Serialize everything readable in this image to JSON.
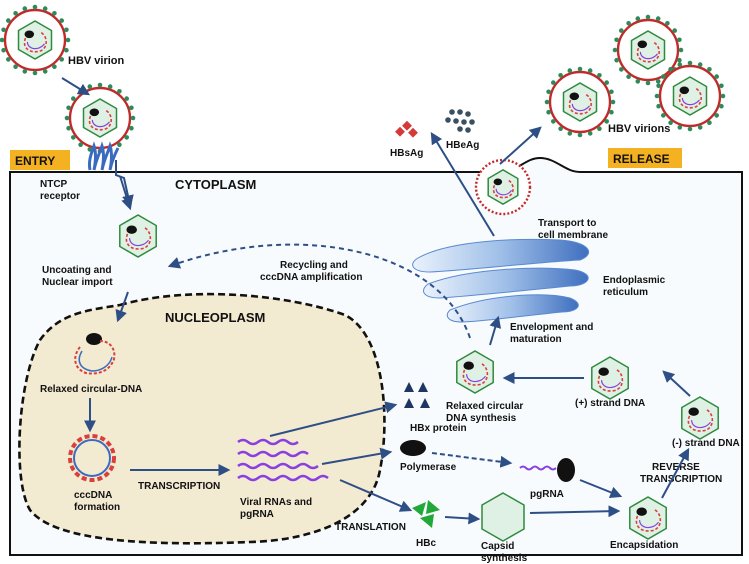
{
  "tags": {
    "entry": "ENTRY",
    "release": "RELEASE"
  },
  "regions": {
    "cytoplasm": "CYTOPLASM",
    "nucleoplasm": "NUCLEOPLASM"
  },
  "labels": {
    "hbv_virion": "HBV virion",
    "hbv_virions": "HBV virions",
    "ntcp_receptor_1": "NTCP",
    "ntcp_receptor_2": "receptor",
    "hbsag": "HBsAg",
    "hbeag": "HBeAg",
    "uncoating_1": "Uncoating and",
    "uncoating_2": "Nuclear import",
    "recycling_1": "Recycling and",
    "recycling_2": "cccDNA amplification",
    "transport_1": "Transport to",
    "transport_2": "cell membrane",
    "er_1": "Endoplasmic",
    "er_2": "reticulum",
    "envelopment_1": "Envelopment and",
    "envelopment_2": "maturation",
    "relaxed_circular_dna": "Relaxed circular-DNA",
    "rc_synthesis_1": "Relaxed circular",
    "rc_synthesis_2": "DNA synthesis",
    "plus_strand": "(+) strand DNA",
    "minus_strand": "(-) strand DNA",
    "hbx_protein": "HBx protein",
    "cccdna_1": "cccDNA",
    "cccdna_2": "formation",
    "transcription": "TRANSCRIPTION",
    "viral_rnas_1": "Viral RNAs and",
    "viral_rnas_2": "pgRNA",
    "polymerase": "Polymerase",
    "pgrna": "pgRNA",
    "reverse_1": "REVERSE",
    "reverse_2": "TRANSCRIPTION",
    "translation": "TRANSLATION",
    "hbc": "HBc",
    "capsid_1": "Capsid",
    "capsid_2": "synthesis",
    "encapsidation": "Encapsidation"
  },
  "colors": {
    "tag_bg": "#f4b223",
    "nucleus_fill": "#f3ead2",
    "arrow": "#2e4f86",
    "hex_fill": "#dff0e4",
    "hex_stroke": "#2e8a3c",
    "envelope": "#c22a2a",
    "spike": "#2e8a5a",
    "dna_red": "#d9403a",
    "dna_blue": "#3b6bbf",
    "rna_purple": "#8a3fe0",
    "er_blue": "#5a8ad0",
    "hbc_green": "#22a838",
    "hbx_navy": "#1f3663",
    "hbsag_red": "#d43a3a",
    "hbeag_gray": "#3a5060"
  }
}
